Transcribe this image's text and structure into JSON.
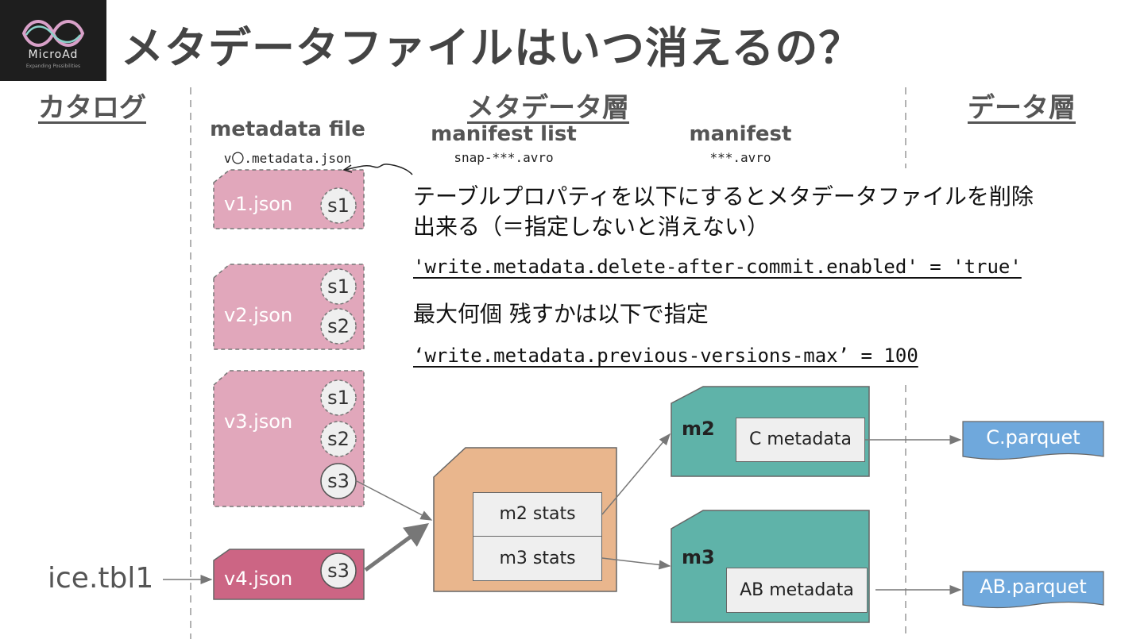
{
  "logo": {
    "name": "MicroAd",
    "tagline": "Expanding Possibilities"
  },
  "title": "メタデータファイルはいつ消えるの？",
  "sections": {
    "catalog": "カタログ",
    "metadata_layer": "メタデータ層",
    "data_layer": "データ層"
  },
  "columns": {
    "metadata_file": {
      "label": "metadata file",
      "pattern": "v〇.metadata.json"
    },
    "manifest_list": {
      "label": "manifest list",
      "pattern": "snap-***.avro"
    },
    "manifest": {
      "label": "manifest",
      "pattern": "***.avro"
    }
  },
  "note": {
    "line1": "テーブルプロパティを以下にするとメタデータファイルを削除",
    "line2": "出来る（＝指定しないと消えない）",
    "property1": "'write.metadata.delete-after-commit.enabled' = 'true'",
    "line3": "最大何個 残すかは以下で指定",
    "property2": "‘write.metadata.previous-versions-max’ = 100"
  },
  "catalog_table": "ice.tbl1",
  "metadata_files": [
    {
      "name": "v1.json",
      "snapshots": [
        "s1"
      ]
    },
    {
      "name": "v2.json",
      "snapshots": [
        "s1",
        "s2"
      ]
    },
    {
      "name": "v3.json",
      "snapshots": [
        "s1",
        "s2",
        "s3"
      ]
    },
    {
      "name": "v4.json",
      "snapshots": [
        "s3"
      ]
    }
  ],
  "manifest_list_rows": [
    "m2 stats",
    "m3 stats"
  ],
  "manifests": [
    {
      "name": "m2",
      "content": "C metadata"
    },
    {
      "name": "m3",
      "content": "AB metadata"
    }
  ],
  "data_files": [
    "C.parquet",
    "AB.parquet"
  ],
  "colors": {
    "old_metadata": "#e1a7bb",
    "current_metadata": "#cc6584",
    "manifest_list": "#e9b68d",
    "manifest": "#5fb3a9",
    "data_file": "#6fa8dc"
  }
}
